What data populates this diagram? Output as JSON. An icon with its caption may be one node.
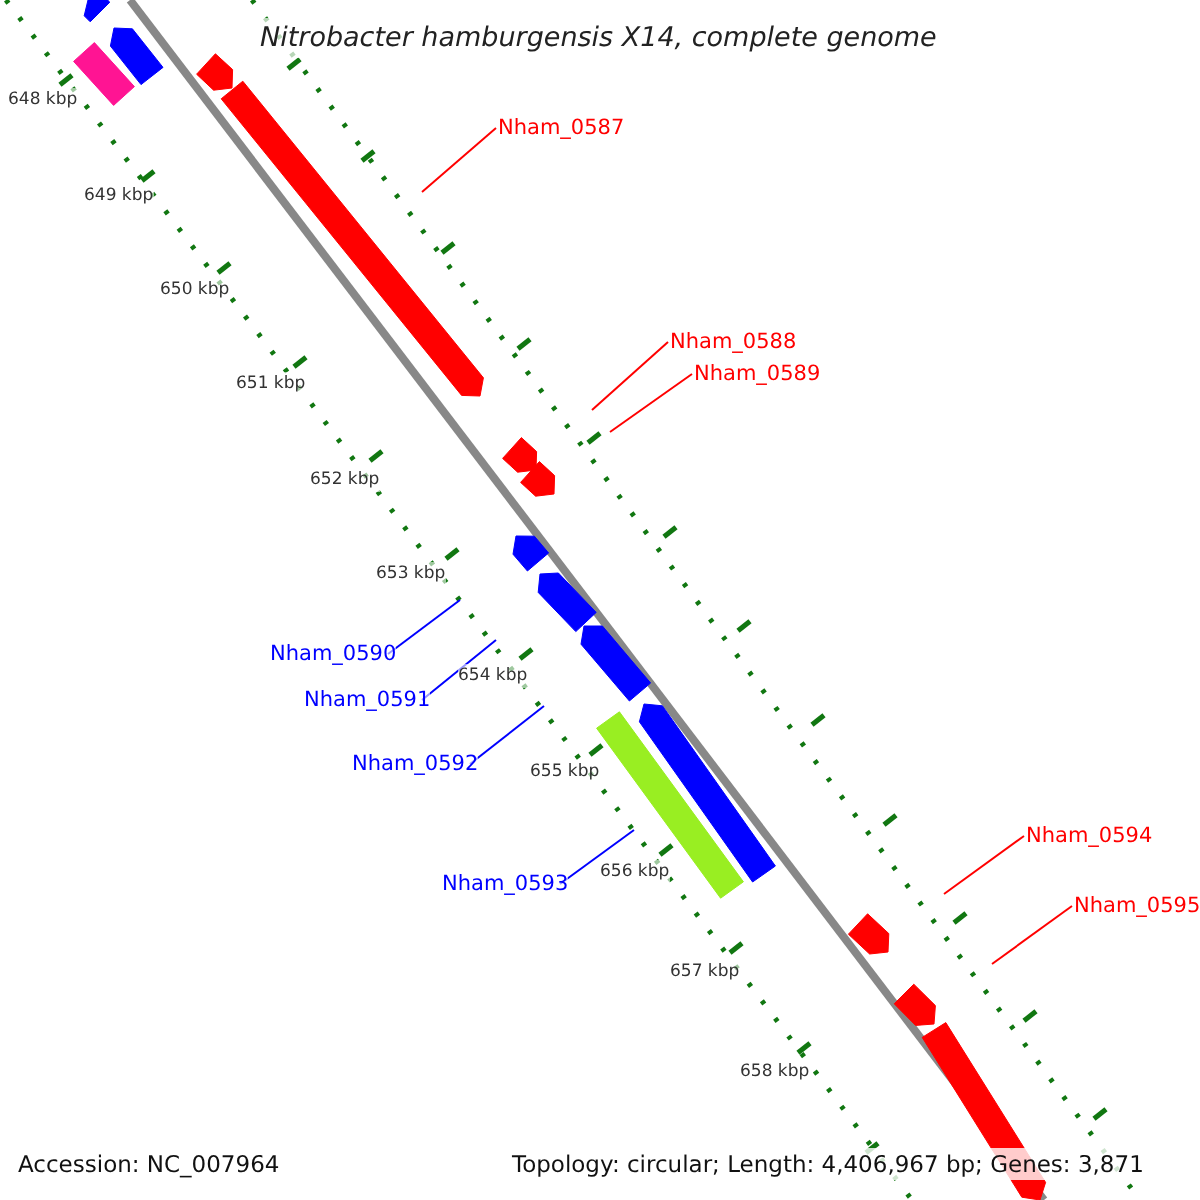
{
  "diagram": {
    "title": "Nitrobacter hamburgensis X14, complete genome",
    "nodes": [
      {
        "text": [
          "Nham_0587"
        ]
      },
      {
        "text": [
          "Nham_0588"
        ]
      },
      {
        "text": [
          "Nham_0589"
        ]
      },
      {
        "text": [
          "Nham_0590"
        ]
      },
      {
        "text": [
          "Nham_0591"
        ]
      },
      {
        "text": [
          "Nham_0592"
        ]
      },
      {
        "text": [
          "Nham_0593"
        ]
      },
      {
        "text": [
          "Nham_0594"
        ]
      },
      {
        "text": [
          "Nham_0595"
        ]
      }
    ],
    "edges": [
      {
        "from": 0,
        "to": null,
        "arrow": "none"
      },
      {
        "from": 1,
        "to": null,
        "arrow": "none"
      },
      {
        "from": 2,
        "to": null,
        "arrow": "none"
      },
      {
        "from": 3,
        "to": null,
        "arrow": "none",
        "color": "#0000ff"
      },
      {
        "from": 4,
        "to": null,
        "arrow": "none",
        "color": "#0000ff"
      },
      {
        "from": 5,
        "to": null,
        "arrow": "none",
        "color": "#0000ff"
      },
      {
        "from": 6,
        "to": null,
        "arrow": "none",
        "color": "#0000ff"
      },
      {
        "from": 7,
        "to": null,
        "arrow": "none"
      },
      {
        "from": 8,
        "to": null,
        "arrow": "none"
      }
    ],
    "labels": [
      "648 kbp",
      "649 kbp",
      "650 kbp",
      "651 kbp",
      "652 kbp",
      "653 kbp",
      "654 kbp",
      "655 kbp",
      "656 kbp",
      "657 kbp",
      "658 kbp",
      "Accession: NC_007964",
      "Topology: circular; Length: 4,406,967 bp; Genes: 3,871"
    ]
  }
}
